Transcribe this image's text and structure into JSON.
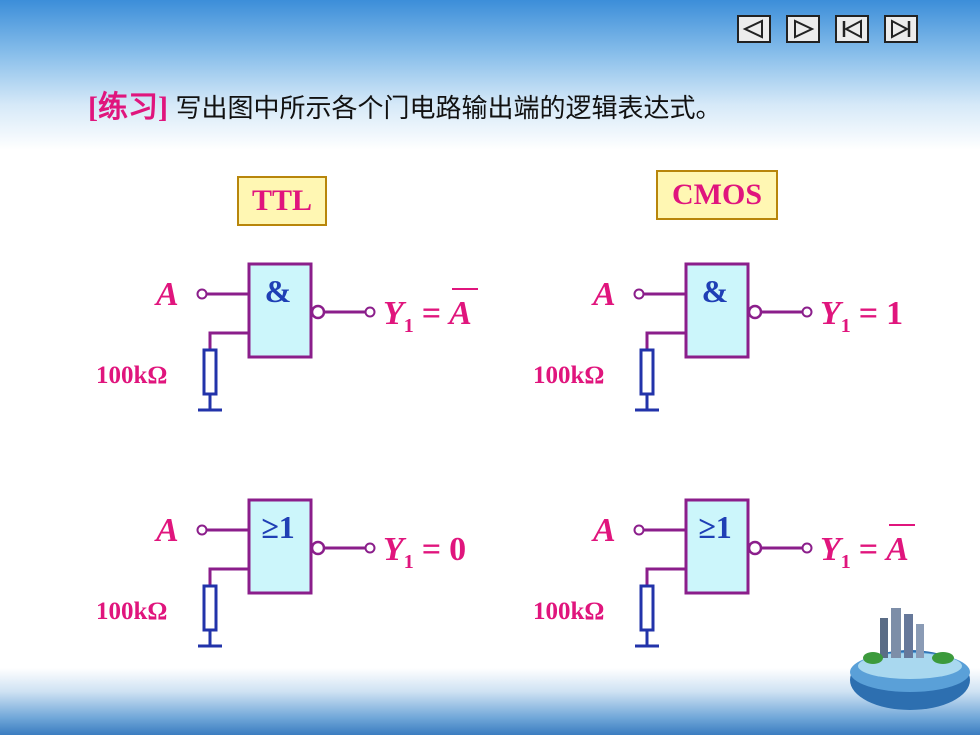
{
  "nav": {
    "prev_icon": "triangle-left-icon",
    "next_icon": "triangle-right-icon",
    "first_icon": "skip-first-icon",
    "last_icon": "skip-last-icon"
  },
  "title": {
    "tag": "[练习]",
    "text": "写出图中所示各个门电路输出端的逻辑表达式。"
  },
  "labels": {
    "ttl": "TTL",
    "cmos": "CMOS"
  },
  "circuits": [
    {
      "id": "ttl-nand",
      "gate_symbol": "&",
      "input": "A",
      "resistor": "100kΩ",
      "output_var": "Y",
      "output_sub": "1",
      "equals": "=",
      "output_value": "A",
      "inverted": true
    },
    {
      "id": "cmos-nand",
      "gate_symbol": "&",
      "input": "A",
      "resistor": "100kΩ",
      "output_var": "Y",
      "output_sub": "1",
      "equals": "=",
      "output_value": "1",
      "inverted": false
    },
    {
      "id": "ttl-nor",
      "gate_symbol": "≥1",
      "input": "A",
      "resistor": "100kΩ",
      "output_var": "Y",
      "output_sub": "1",
      "equals": "=",
      "output_value": "0",
      "inverted": false
    },
    {
      "id": "cmos-nor",
      "gate_symbol": "≥1",
      "input": "A",
      "resistor": "100kΩ",
      "output_var": "Y",
      "output_sub": "1",
      "equals": "=",
      "output_value": "A",
      "inverted": true
    }
  ],
  "colors": {
    "accent": "#e0157d",
    "gate_fill": "#ccf6fb",
    "wire": "#8b1e8b",
    "symbol": "#1f3fb5"
  }
}
